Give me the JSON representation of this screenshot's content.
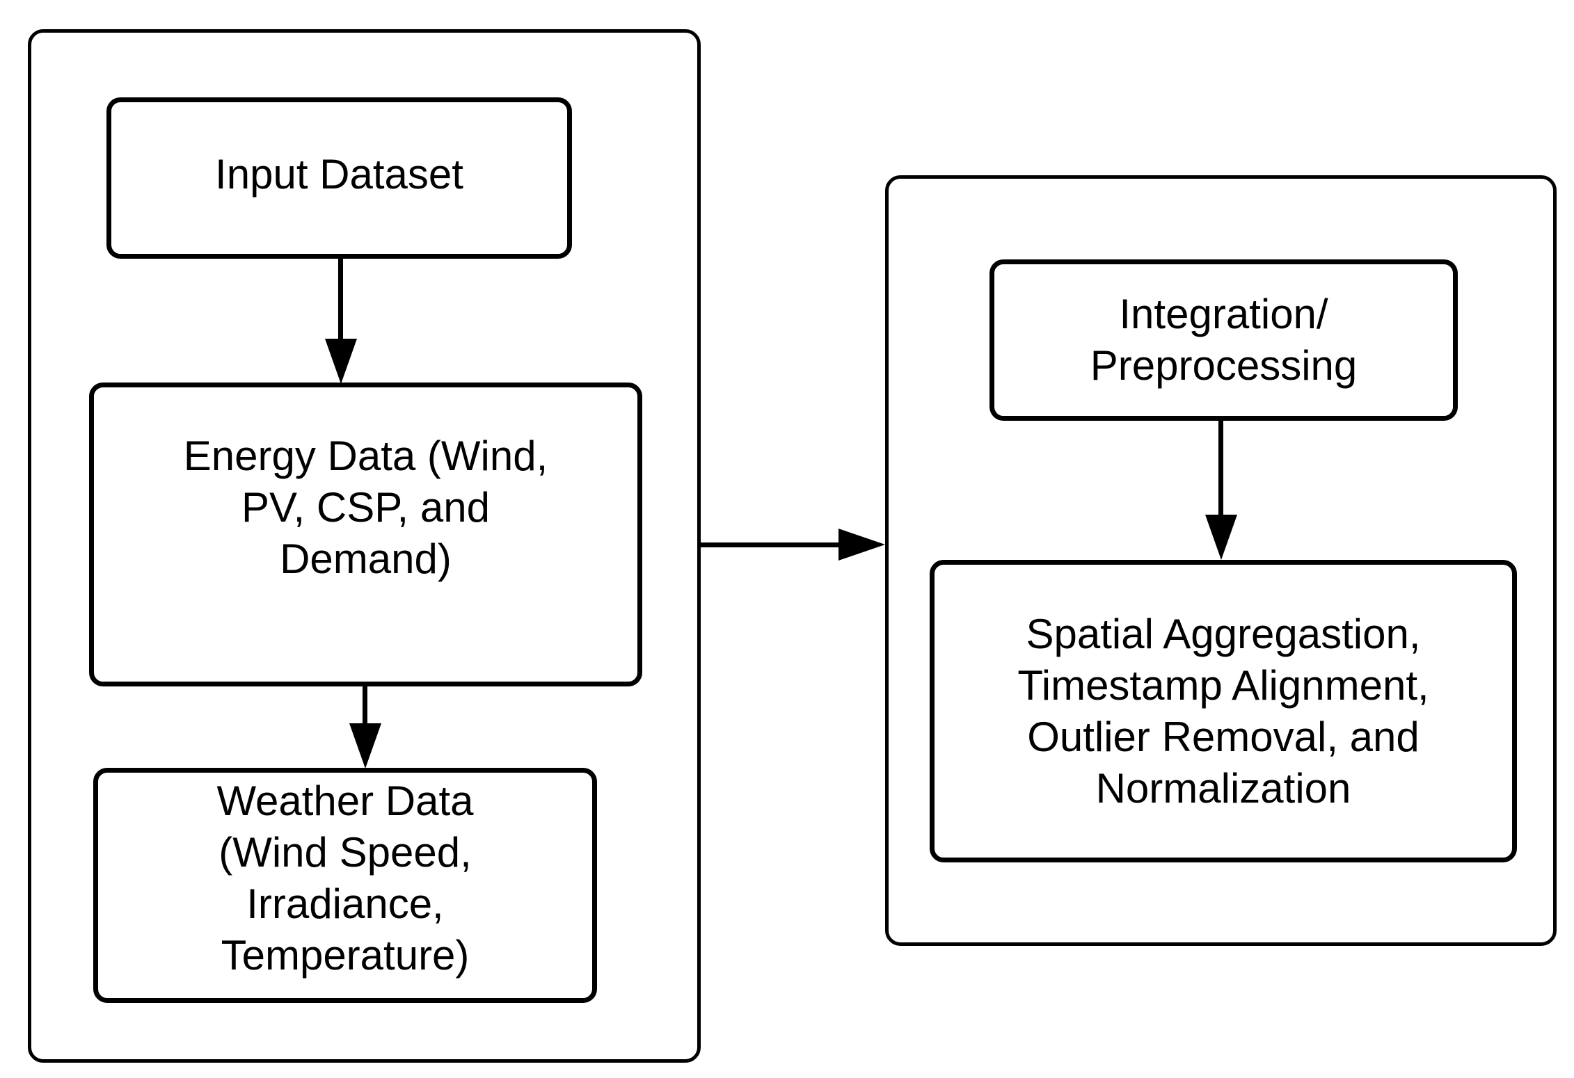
{
  "figure": {
    "type": "flowchart",
    "background_color": "#ffffff",
    "stroke_color": "#000000",
    "text_color": "#000000"
  },
  "nodes": {
    "input_dataset": {
      "label": "Input Dataset"
    },
    "energy_data": {
      "label": "Energy Data (Wind,\nPV, CSP, and\nDemand)"
    },
    "weather_data": {
      "label": "Weather Data\n(Wind Speed,\nIrradiance,\nTemperature)"
    },
    "integration_preprocessing": {
      "label": "Integration/\nPreprocessing"
    },
    "spatial_processing": {
      "label": "Spatial Aggregastion,\nTimestamp Alignment,\nOutlier Removal, and\nNormalization"
    }
  },
  "groups": {
    "left": {
      "node_ids": [
        "input_dataset",
        "energy_data",
        "weather_data"
      ]
    },
    "right": {
      "node_ids": [
        "integration_preprocessing",
        "spatial_processing"
      ]
    }
  },
  "edges": [
    {
      "from": "input_dataset",
      "to": "energy_data",
      "direction": "down"
    },
    {
      "from": "energy_data",
      "to": "weather_data",
      "direction": "down"
    },
    {
      "from": "left_group",
      "to": "right_group",
      "direction": "right"
    },
    {
      "from": "integration_preprocessing",
      "to": "spatial_processing",
      "direction": "down"
    }
  ]
}
